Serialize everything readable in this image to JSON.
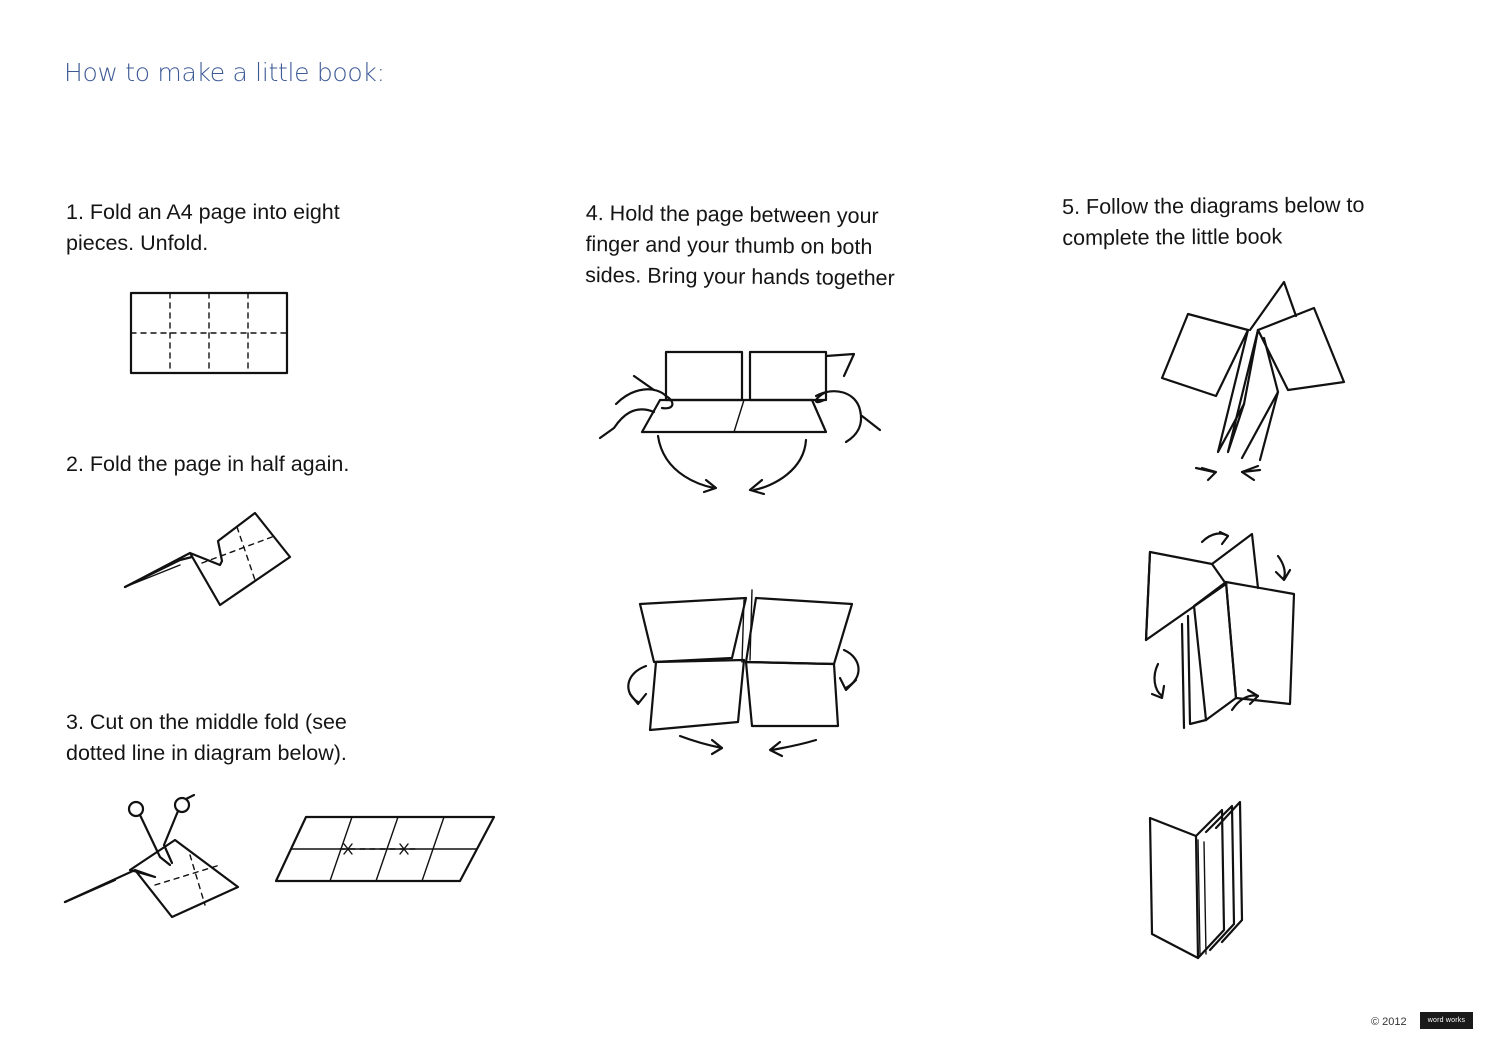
{
  "title": "How to make a little book:",
  "steps": [
    {
      "text": "1.  Fold an A4 page into eight\npieces. Unfold."
    },
    {
      "text": "2. Fold the page in half again."
    },
    {
      "text": "3.  Cut on the middle fold (see\ndotted line in diagram below)."
    },
    {
      "text": "4.  Hold the page between your\nfinger and your thumb on both\nsides.  Bring your hands together"
    },
    {
      "text": "5.  Follow the diagrams below to\ncomplete the little book"
    }
  ],
  "footer": {
    "copyright": "© 2012",
    "logo_text": "word works"
  }
}
